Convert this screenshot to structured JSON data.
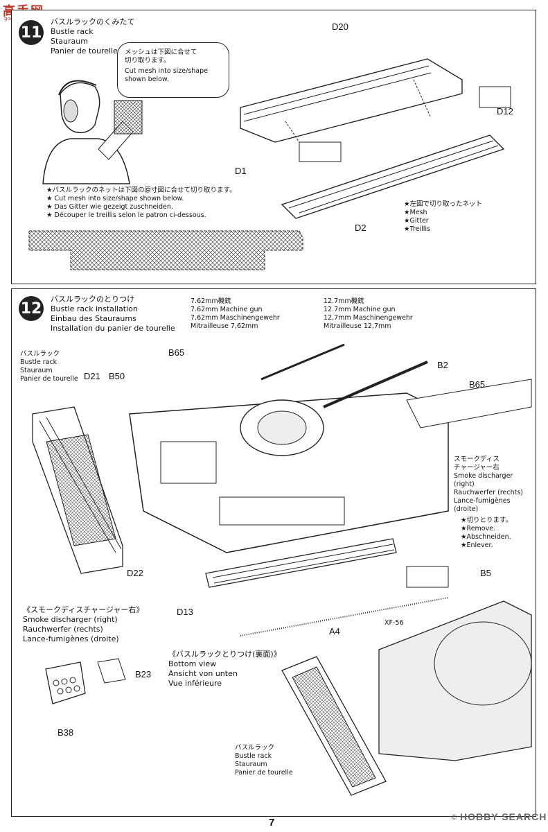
{
  "header": {
    "logo_text": "高手网",
    "logo_sub": "goo.shui.net"
  },
  "step11": {
    "number": "11",
    "title_jp": "バスルラックのくみたて",
    "title_lines": [
      "Bustle rack",
      "Stauraum",
      "Panier de tourelle"
    ],
    "bubble_jp": [
      "メッシュは下図に合せて",
      "切り取ります。"
    ],
    "bubble_en": [
      "Cut mesh into size/shape",
      "shown below."
    ],
    "note_jp": "★バスルラックのネットは下図の原寸図に合せて切り取ります。",
    "note_lines": [
      "★ Cut mesh into size/shape shown below.",
      "★ Das Gitter wie gezeigt zuschneiden.",
      "★ Découper le treillis selon le patron ci-dessous."
    ],
    "parts": {
      "d20": "D20",
      "d12": "D12",
      "d1": "D1",
      "d2": "D2"
    },
    "mesh_jp": "★左図で切り取ったネット",
    "mesh_lines": [
      "★Mesh",
      "★Gitter",
      "★Treillis"
    ]
  },
  "step12": {
    "number": "12",
    "title_jp": "バスルラックのとりつけ",
    "title_lines": [
      "Bustle rack installation",
      "Einbau des Stauraums",
      "Installation du panier de tourelle"
    ],
    "mg762": [
      "7.62mm機銃",
      "7.62mm Machine gun",
      "7,62mm Maschinengewehr",
      "Mitrailleuse 7,62mm"
    ],
    "mg127": [
      "12.7mm機銃",
      "12.7mm Machine gun",
      "12,7mm Maschinengewehr",
      "Mitrailleuse 12,7mm"
    ],
    "bustle_lines": [
      "バスルラック",
      "Bustle rack",
      "Stauraum",
      "Panier de tourelle"
    ],
    "parts": {
      "d21": "D21",
      "b50": "B50",
      "b65a": "B65",
      "b2": "B2",
      "b65b": "B65",
      "d22": "D22",
      "b5": "B5",
      "d13": "D13",
      "a4": "A4",
      "xf56": "XF-56",
      "b23": "B23",
      "b38": "B38"
    },
    "smoke_lines": [
      "スモークディス",
      "チャージャー右",
      "Smoke discharger (right)",
      "Rauchwerfer (rechts)",
      "Lance-fumigènes (droite)"
    ],
    "remove_lines": [
      "★切りとります。",
      "★Remove.",
      "★Abschneiden.",
      "★Enlever."
    ],
    "smoke2_lines": [
      "《スモークディスチャージャー右》",
      "Smoke discharger (right)",
      "Rauchwerfer (rechts)",
      "Lance-fumigènes (droite)"
    ],
    "bottom_lines": [
      "《バスルラックとりつけ(裏面)》",
      "Bottom view",
      "Ansicht von unten",
      "Vue inférieure"
    ],
    "bustle2_lines": [
      "バスルラック",
      "Bustle rack",
      "Stauraum",
      "Panier de tourelle"
    ]
  },
  "footer": {
    "page_number": "7",
    "watermark": "HOBBY SEARCH",
    "copyright": "©"
  }
}
